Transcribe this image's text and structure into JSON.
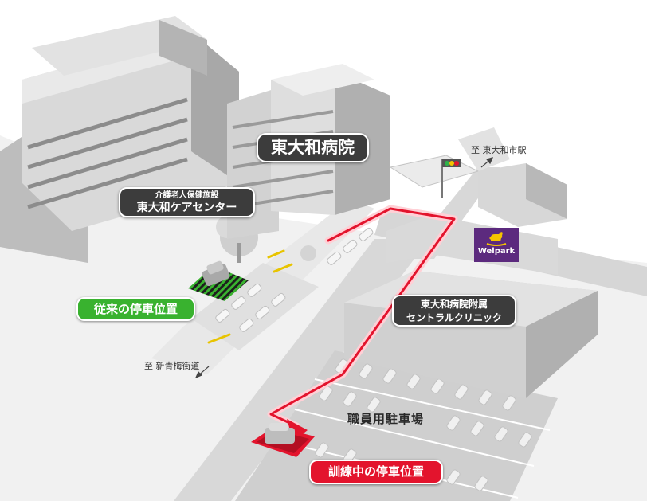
{
  "labels": {
    "hospital": "東大和病院",
    "care_center_line1": "介護老人保健施設",
    "care_center_line2": "東大和ケアセンター",
    "clinic_line1": "東大和病院附属",
    "clinic_line2": "セントラルクリニック",
    "old_position": "従来の停車位置",
    "training_position": "訓練中の停車位置",
    "staff_parking": "職員用駐車場",
    "to_station": "至 東大和市駅",
    "to_ome": "至 新青梅街道",
    "welpark": "Welpark"
  },
  "colors": {
    "route": "#e3142d",
    "old_position": "#39b22f",
    "training_position": "#e3142d",
    "welpark_brand": "#5c2a7e",
    "welpark_mark": "#f5c400",
    "label_background": "#3c3c3c"
  },
  "icons": {
    "route": "route-arrow",
    "welpark_mark": "rocking-horse-icon",
    "direction": "direction-arrow-icon",
    "traffic_signal": "traffic-signal-icon",
    "vehicle": "ambulance-van-icon"
  }
}
